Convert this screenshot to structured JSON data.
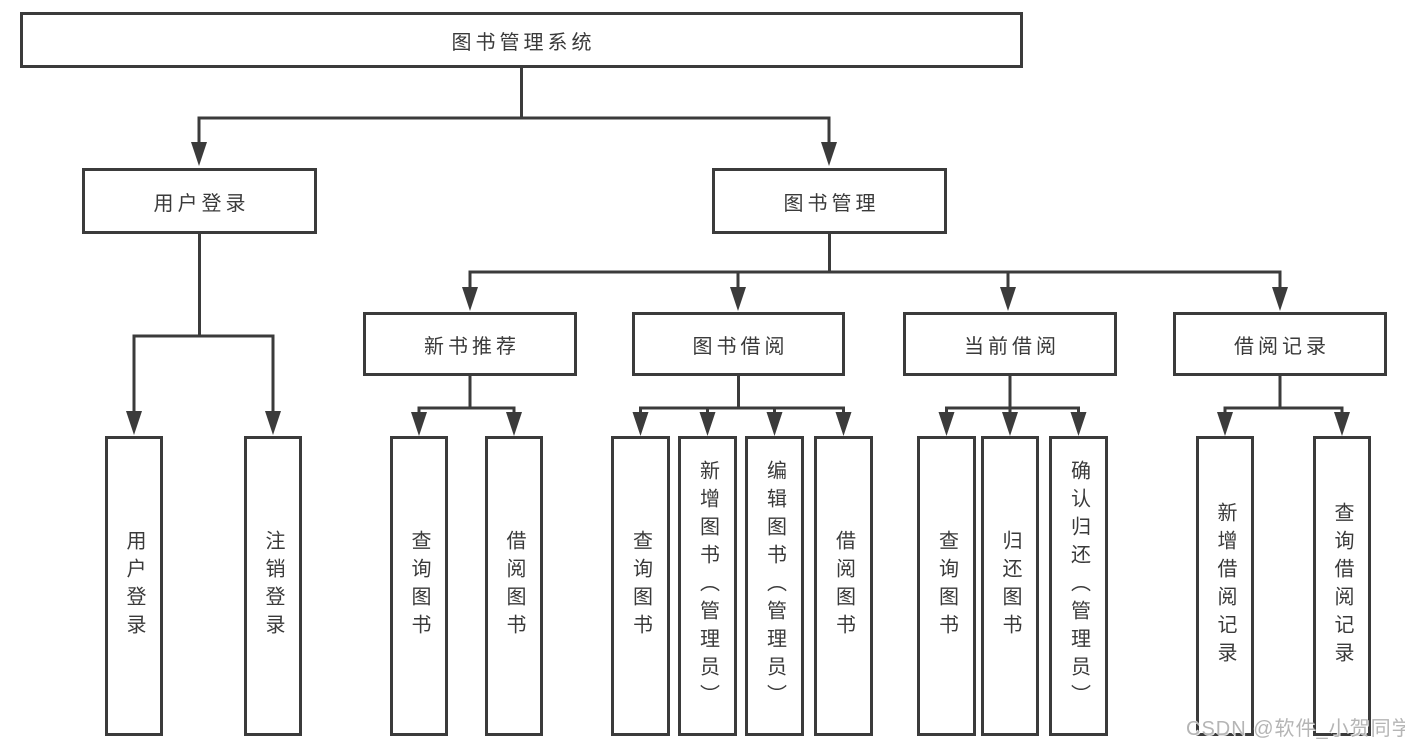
{
  "colors": {
    "line": "#3b3b3b",
    "text": "#3a3a3a",
    "watermark": "#b5b5b5",
    "background": "#ffffff"
  },
  "watermark": {
    "text": "CSDN @软件_小贺同学"
  },
  "tree": {
    "label": "图书管理系统",
    "children": [
      {
        "label": "用户登录",
        "children": [
          {
            "label": "用户登录"
          },
          {
            "label": "注销登录"
          }
        ]
      },
      {
        "label": "图书管理",
        "children": [
          {
            "label": "新书推荐",
            "children": [
              {
                "label": "查询图书"
              },
              {
                "label": "借阅图书"
              }
            ]
          },
          {
            "label": "图书借阅",
            "children": [
              {
                "label": "查询图书"
              },
              {
                "label": "新增图书（管理员）"
              },
              {
                "label": "编辑图书（管理员）"
              },
              {
                "label": "借阅图书"
              }
            ]
          },
          {
            "label": "当前借阅",
            "children": [
              {
                "label": "查询图书"
              },
              {
                "label": "归还图书"
              },
              {
                "label": "确认归还（管理员）"
              }
            ]
          },
          {
            "label": "借阅记录",
            "children": [
              {
                "label": "新增借阅记录"
              },
              {
                "label": "查询借阅记录"
              }
            ]
          }
        ]
      }
    ]
  }
}
